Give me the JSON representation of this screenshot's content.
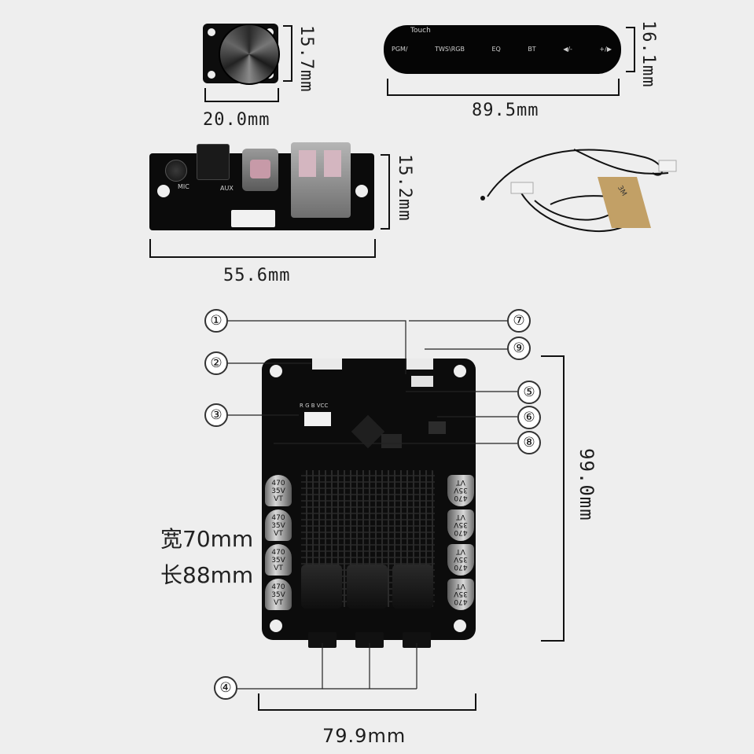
{
  "knob_module": {
    "width": "20.0mm",
    "height": "15.7mm"
  },
  "touch_panel": {
    "width": "89.5mm",
    "height": "16.1mm",
    "title": "Touch",
    "keys": [
      "PGM/",
      "TWS\\RGB",
      "EQ",
      "BT",
      "◀/-",
      "+/▶"
    ]
  },
  "io_board": {
    "width": "55.6mm",
    "height": "15.2mm",
    "silk_mic": "MIC",
    "silk_aux": "AUX"
  },
  "cable": {
    "sticker": "3M"
  },
  "main_board": {
    "height": "99.0mm",
    "width": "79.9mm",
    "size_width_cn": "宽70mm",
    "size_length_cn": "长88mm",
    "rgb_header_label": "R G B VCC",
    "cap_left": [
      "470\n35V\nVT",
      "470\n35V\nVT",
      "470\n35V\nVT",
      "470\n35V\nVT"
    ],
    "cap_right": [
      "470\n35V\nVT",
      "470\n35V\nVT",
      "470\n35V\nVT",
      "470\n35V\nVT"
    ]
  },
  "callouts": [
    "①",
    "②",
    "③",
    "④",
    "⑤",
    "⑥",
    "⑦",
    "⑧",
    "⑨"
  ],
  "colors": {
    "pcb": "#0c0c0c",
    "background": "#eeeeee",
    "dimension_line": "#111111"
  }
}
